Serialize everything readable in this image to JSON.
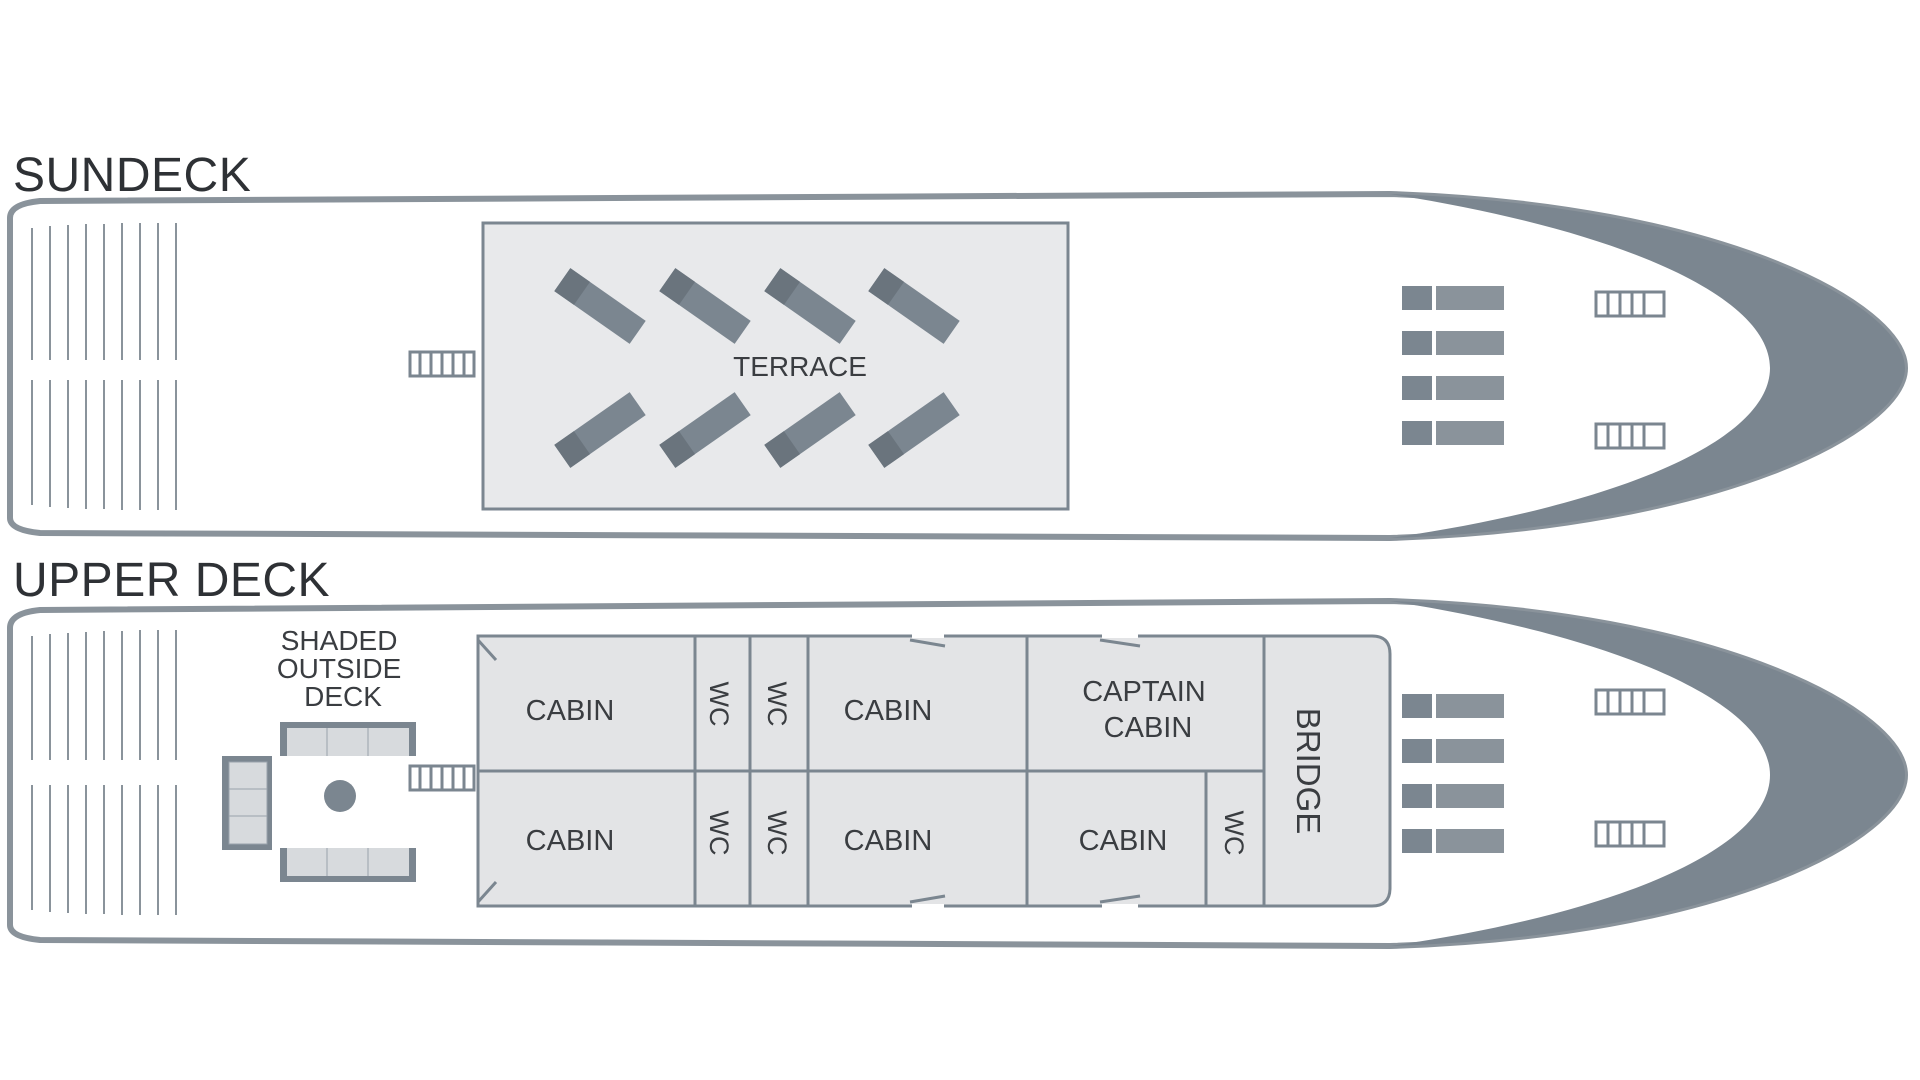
{
  "decks": {
    "sundeck": {
      "title": "SUNDECK",
      "terrace_label": "TERRACE"
    },
    "upper": {
      "title": "UPPER DECK",
      "shaded_area_lines": [
        "SHADED",
        "OUTSIDE",
        "DECK"
      ],
      "rooms": {
        "cabin_top_1": "CABIN",
        "wc_top_1": "WC",
        "wc_top_2": "WC",
        "cabin_top_2": "CABIN",
        "captain_cabin_lines": [
          "CAPTAIN",
          "CABIN"
        ],
        "bridge": "BRIDGE",
        "cabin_bottom_1": "CABIN",
        "wc_bottom_1": "WC",
        "wc_bottom_2": "WC",
        "cabin_bottom_2": "CABIN",
        "cabin_bottom_3": "CABIN",
        "wc_bottom_3": "WC"
      }
    }
  },
  "colors": {
    "hull": "#7b8690",
    "floor": "#e8e9eb",
    "room_fill": "#e3e4e6",
    "furniture": "#7b8690",
    "furniture_light": "#9aa3ab",
    "text": "#3a3d41"
  }
}
